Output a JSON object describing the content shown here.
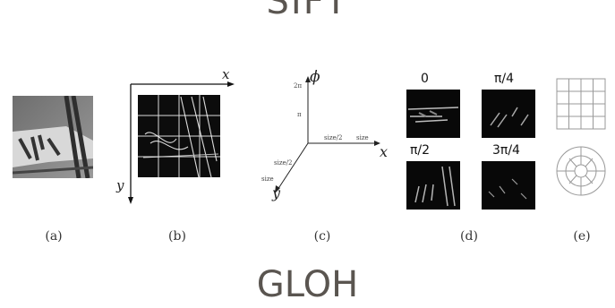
{
  "titles": {
    "top": "SIFT",
    "bottom": "GLOH"
  },
  "captions": [
    "(a)",
    "(b)",
    "(c)",
    "(d)",
    "(e)"
  ],
  "panel_b": {
    "x_axis": "x",
    "y_axis": "y"
  },
  "panel_c": {
    "phi_label": "ϕ",
    "x_label": "x",
    "y_label": "y",
    "phi_ticks": [
      "2π",
      "π"
    ],
    "x_ticks": [
      "size/2",
      "size"
    ],
    "y_ticks": [
      "size/2",
      "size"
    ]
  },
  "panel_d": {
    "orientations": [
      "0",
      "π/4",
      "π/2",
      "3π/4"
    ]
  }
}
